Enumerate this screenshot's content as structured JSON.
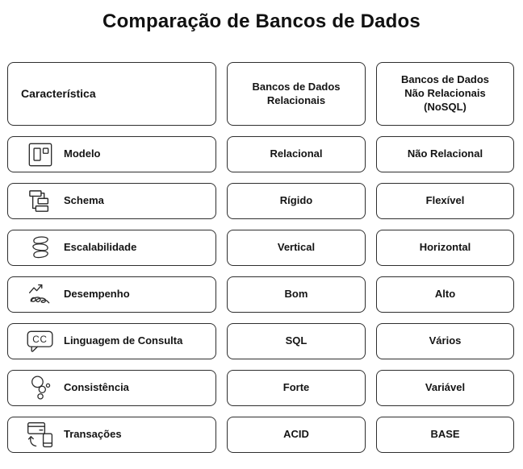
{
  "title": "Comparação de Bancos de Dados",
  "colors": {
    "background": "#ffffff",
    "border": "#2e2e2e",
    "text": "#141414"
  },
  "table": {
    "header": {
      "feature": "Característica",
      "relational": "Bancos de Dados\nRelacionais",
      "nosql": "Bancos de Dados\nNão Relacionais\n(NoSQL)"
    },
    "rows": [
      {
        "icon": "model-layout-icon",
        "label": "Modelo",
        "relational": "Relacional",
        "nosql": "Não Relacional"
      },
      {
        "icon": "schema-hierarchy-icon",
        "label": "Schema",
        "relational": "Rígido",
        "nosql": "Flexível"
      },
      {
        "icon": "scalability-stack-icon",
        "label": "Escalabilidade",
        "relational": "Vertical",
        "nosql": "Horizontal"
      },
      {
        "icon": "performance-trend-icon",
        "label": "Desempenho",
        "relational": "Bom",
        "nosql": "Alto"
      },
      {
        "icon": "query-language-cc-icon",
        "label": "Linguagem de Consulta",
        "relational": "SQL",
        "nosql": "Vários"
      },
      {
        "icon": "consistency-circles-icon",
        "label": "Consistência",
        "relational": "Forte",
        "nosql": "Variável"
      },
      {
        "icon": "transactions-payment-icon",
        "label": "Transações",
        "relational": "ACID",
        "nosql": "BASE"
      }
    ]
  }
}
